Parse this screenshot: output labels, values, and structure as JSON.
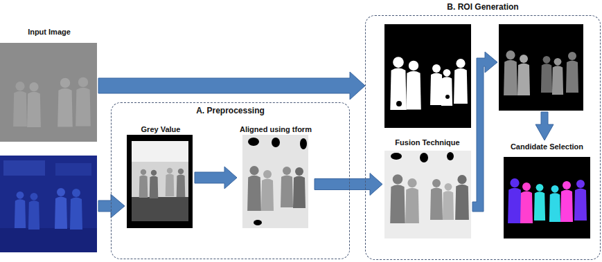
{
  "diagram": {
    "nodes": [
      {
        "text": [
          "Input Image"
        ]
      },
      {
        "text": [
          "A. Preprocessing"
        ]
      },
      {
        "text": [
          "Grey Value"
        ],
        "in": 1
      },
      {
        "text": [
          "Aligned using tform"
        ],
        "in": 1
      },
      {
        "text": [
          "B. ROI Generation"
        ]
      },
      {
        "text": [
          "Fusion Technique"
        ],
        "in": 4
      },
      {
        "text": [
          "Candidate Selection"
        ],
        "in": 4
      }
    ],
    "edges": [
      {
        "from": 0,
        "to": 4,
        "arrow": "to"
      },
      {
        "from": 2,
        "to": 3,
        "arrow": "to"
      },
      {
        "from": 3,
        "to": 5,
        "arrow": "to"
      }
    ]
  }
}
